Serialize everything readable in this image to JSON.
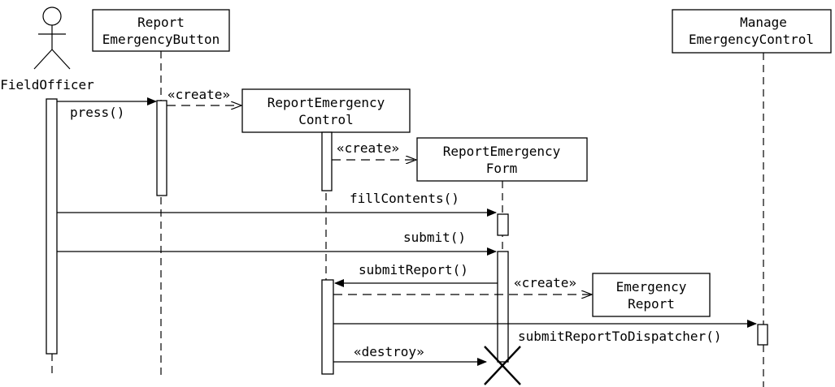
{
  "actor": {
    "name": "FieldOfficer"
  },
  "objects": {
    "button": {
      "line1": "Report",
      "line2": "EmergencyButton"
    },
    "control": {
      "line1": "ReportEmergency",
      "line2": "Control"
    },
    "form": {
      "line1": "ReportEmergency",
      "line2": "Form"
    },
    "report": {
      "line1": "Emergency",
      "line2": "Report"
    },
    "manage": {
      "line1": "Manage",
      "line2": "EmergencyControl"
    }
  },
  "messages": {
    "press": "press()",
    "create_control": "«create»",
    "create_form": "«create»",
    "fill_contents": "fillContents()",
    "submit": "submit()",
    "submit_report": "submitReport()",
    "create_report": "«create»",
    "submit_to_dispatcher": "submitReportToDispatcher()",
    "destroy": "«destroy»"
  }
}
